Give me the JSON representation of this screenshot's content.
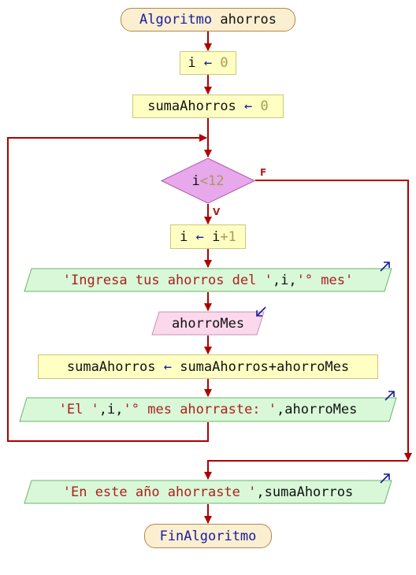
{
  "start": {
    "label": "Algoritmo",
    "name": "ahorros"
  },
  "step_init_i": {
    "var": "i",
    "arrow": "←",
    "value": "0"
  },
  "step_init_suma": {
    "var": "sumaAhorros",
    "arrow": "←",
    "value": "0"
  },
  "decision": {
    "var": "i",
    "op": "<",
    "value": "12",
    "true_label": "V",
    "false_label": "F"
  },
  "step_inc": {
    "var": "i",
    "arrow": "←",
    "expr_var": "i",
    "expr_op": "+",
    "expr_num": "1"
  },
  "output_prompt": {
    "str1": "'Ingresa tus ahorros del '",
    "sep1": ",",
    "var": "i",
    "sep2": ",",
    "str2": "'° mes'"
  },
  "input_mes": {
    "var": "ahorroMes"
  },
  "step_sum": {
    "var": "sumaAhorros",
    "arrow": "←",
    "expr": "sumaAhorros+ahorroMes"
  },
  "output_month": {
    "str1": "'El '",
    "sep1": ",",
    "var": "i",
    "sep2": ",",
    "str2": "'° mes ahorraste: '",
    "sep3": ",",
    "var2": "ahorroMes"
  },
  "output_final": {
    "str1": "'En este año ahorraste '",
    "sep1": ",",
    "var": "sumaAhorros"
  },
  "end": {
    "label": "FinAlgoritmo"
  },
  "colors": {
    "flow_line": "#b00000",
    "terminal_fill": "#faefd0",
    "process_fill": "#ffffc4",
    "decision_fill": "#e8a8ec",
    "output_fill": "#d8f8d8",
    "input_fill": "#fcd8ec",
    "keyword": "#1a1aa0",
    "string": "#b01e1e"
  }
}
